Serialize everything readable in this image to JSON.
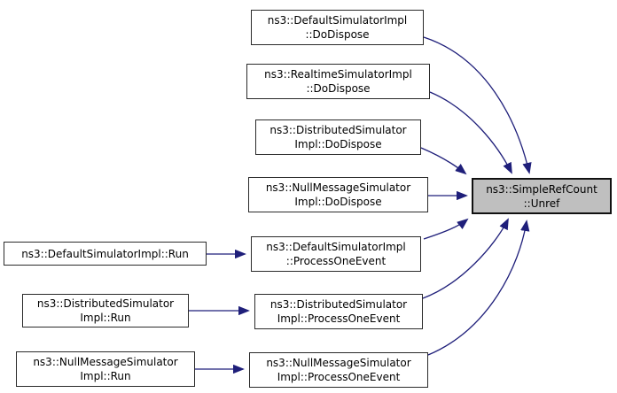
{
  "colors": {
    "background": "#ffffff",
    "node_fill": "#ffffff",
    "node_border": "#2a2a2a",
    "node_text": "#000000",
    "highlight_fill": "#bfbfbf",
    "highlight_border": "#111111",
    "arrow": "#1f1f7a"
  },
  "nodes": {
    "default_dodispose": {
      "label": "ns3::DefaultSimulatorImpl\n::DoDispose"
    },
    "realtime_dodispose": {
      "label": "ns3::RealtimeSimulatorImpl\n::DoDispose"
    },
    "distributed_dodispose": {
      "label": "ns3::DistributedSimulator\nImpl::DoDispose"
    },
    "nullmessage_dodispose": {
      "label": "ns3::NullMessageSimulator\nImpl::DoDispose"
    },
    "default_processoneevent": {
      "label": "ns3::DefaultSimulatorImpl\n::ProcessOneEvent"
    },
    "distributed_processoneevent": {
      "label": "ns3::DistributedSimulator\nImpl::ProcessOneEvent"
    },
    "nullmessage_processoneevent": {
      "label": "ns3::NullMessageSimulator\nImpl::ProcessOneEvent"
    },
    "default_run": {
      "label": "ns3::DefaultSimulatorImpl::Run"
    },
    "distributed_run": {
      "label": "ns3::DistributedSimulator\nImpl::Run"
    },
    "nullmessage_run": {
      "label": "ns3::NullMessageSimulator\nImpl::Run"
    },
    "unref": {
      "label": "ns3::SimpleRefCount\n::Unref"
    }
  },
  "edges": [
    {
      "from": "default_dodispose",
      "to": "unref"
    },
    {
      "from": "realtime_dodispose",
      "to": "unref"
    },
    {
      "from": "distributed_dodispose",
      "to": "unref"
    },
    {
      "from": "nullmessage_dodispose",
      "to": "unref"
    },
    {
      "from": "default_processoneevent",
      "to": "unref"
    },
    {
      "from": "distributed_processoneevent",
      "to": "unref"
    },
    {
      "from": "nullmessage_processoneevent",
      "to": "unref"
    },
    {
      "from": "default_run",
      "to": "default_processoneevent"
    },
    {
      "from": "distributed_run",
      "to": "distributed_processoneevent"
    },
    {
      "from": "nullmessage_run",
      "to": "nullmessage_processoneevent"
    }
  ]
}
